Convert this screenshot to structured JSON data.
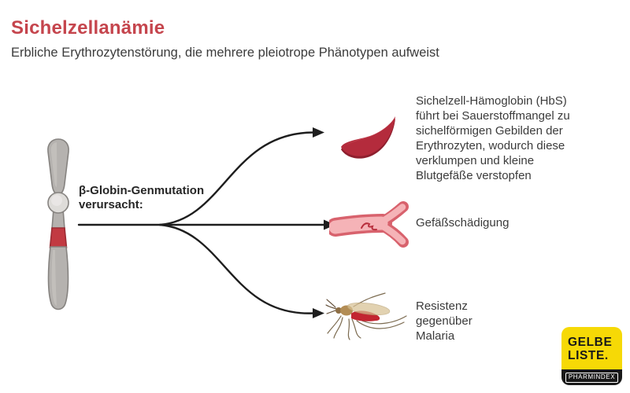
{
  "page": {
    "title": "Sichelzellanämie",
    "subtitle": "Erbliche Erythrozytenstörung, die mehrere pleiotrope Phänotypen aufweist"
  },
  "diagram": {
    "cause_label_line1": "β-Globin-Genmutation",
    "cause_label_line2": "verursacht:",
    "outcomes": [
      {
        "icon": "sickle-cell-icon",
        "label": "Sichelzell-Hämoglobin (HbS) führt bei Sauerstoffmangel zu sichelförmigen Gebilden der Erythrozyten, wodurch diese verklumpen und kleine Blutgefäße verstopfen"
      },
      {
        "icon": "blood-vessel-icon",
        "label": "Gefäßschädigung"
      },
      {
        "icon": "mosquito-icon",
        "label": "Resistenz gegenüber Malaria"
      }
    ]
  },
  "logo": {
    "line1": "GELBE",
    "line2": "LISTE.",
    "sub": "PHARMINDEX"
  },
  "colors": {
    "title_red": "#c5454d",
    "text_gray": "#3b3b3b",
    "arrow_black": "#1e1e1e",
    "chromosome_gray": "#b5b2af",
    "chromosome_band_red": "#c23a42",
    "sickle_red": "#b42b3c",
    "sickle_shadow": "#8e1f2e",
    "vessel_wall": "#d8626d",
    "vessel_lumen": "#f5b3b7",
    "mosquito_body": "#b38d55",
    "mosquito_blood": "#c22531",
    "logo_yellow": "#f6d906",
    "logo_black": "#191919"
  }
}
